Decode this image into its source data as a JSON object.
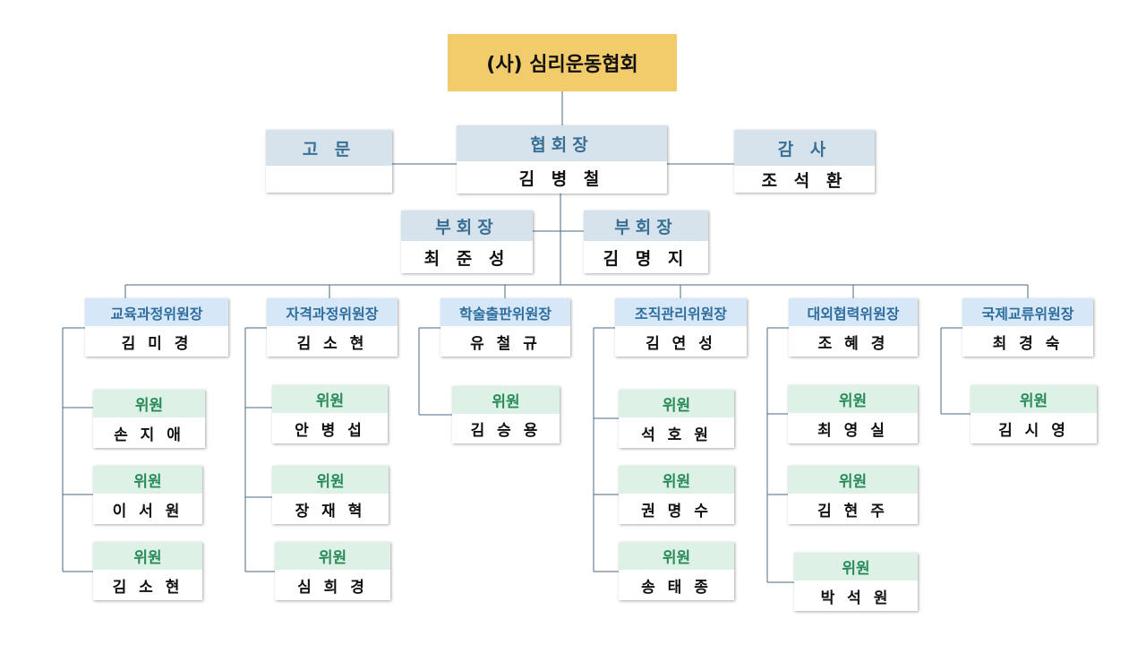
{
  "org": "(사) 심리운동협회",
  "advisor": {
    "title": "고 문",
    "name": ""
  },
  "president": {
    "title": "협회장",
    "name": "김 병 철"
  },
  "auditor": {
    "title": "감 사",
    "name": "조 석 환"
  },
  "vice_presidents": [
    {
      "title": "부회장",
      "name": "최 준 성"
    },
    {
      "title": "부회장",
      "name": "김 명 지"
    }
  ],
  "committees": [
    {
      "title": "교육과정위원장",
      "chair": "김 미 경",
      "members": [
        {
          "role": "위원",
          "name": "손 지 애"
        },
        {
          "role": "위원",
          "name": "이 서 원"
        },
        {
          "role": "위원",
          "name": "김 소 현"
        }
      ]
    },
    {
      "title": "자격과정위원장",
      "chair": "김 소 현",
      "members": [
        {
          "role": "위원",
          "name": "안 병 섭"
        },
        {
          "role": "위원",
          "name": "장 재 혁"
        },
        {
          "role": "위원",
          "name": "심 희 경"
        }
      ]
    },
    {
      "title": "학술출판위원장",
      "chair": "유 철 규",
      "members": [
        {
          "role": "위원",
          "name": "김 승 용"
        }
      ]
    },
    {
      "title": "조직관리위원장",
      "chair": "김 연 성",
      "members": [
        {
          "role": "위원",
          "name": "석 호 원"
        },
        {
          "role": "위원",
          "name": "권 명 수"
        },
        {
          "role": "위원",
          "name": "송 태 종"
        }
      ]
    },
    {
      "title": "대외협력위원장",
      "chair": "조 혜 경",
      "members": [
        {
          "role": "위원",
          "name": "최 영 실"
        },
        {
          "role": "위원",
          "name": "김 현 주"
        },
        {
          "role": "위원",
          "name": "박 석 원"
        }
      ]
    },
    {
      "title": "국제교류위원장",
      "chair": "최 경 숙",
      "members": [
        {
          "role": "위원",
          "name": "김 시 영"
        }
      ]
    }
  ],
  "colors": {
    "org_box": "#f2cc6b",
    "exec_header": "#d7e3ec",
    "committee_header": "#d6e8f7",
    "member_header": "#ddf1e7",
    "line": "#4a6a85"
  }
}
